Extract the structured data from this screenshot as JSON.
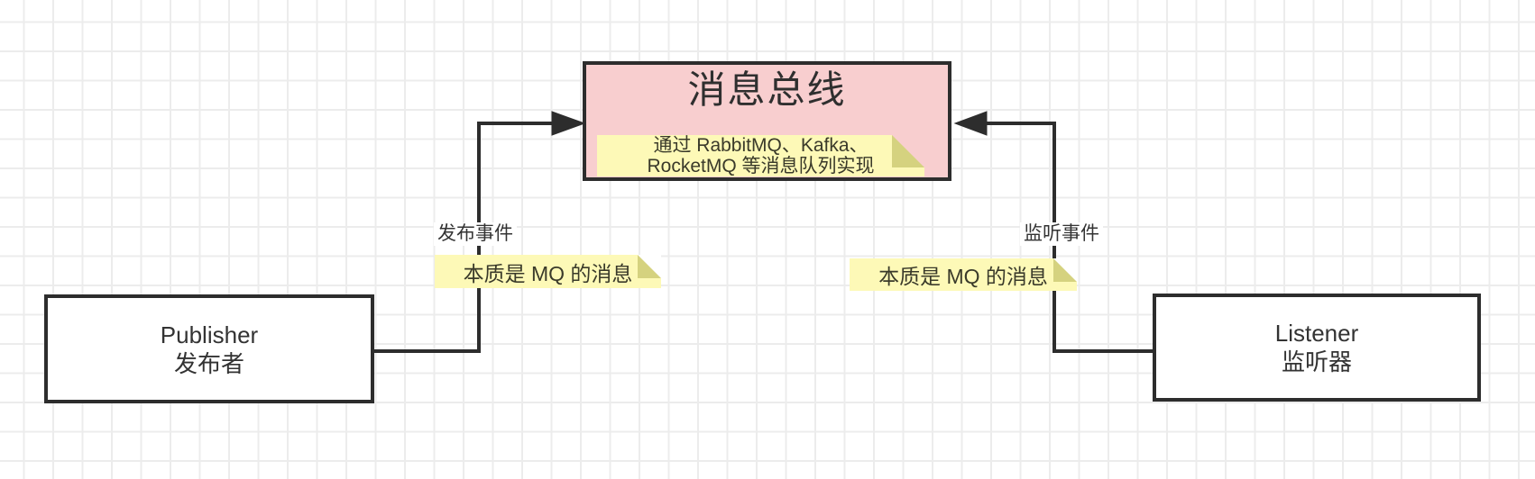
{
  "canvas": {
    "background": "#ffffff",
    "grid_color": "#ececec"
  },
  "nodes": {
    "bus": {
      "title": "消息总线",
      "note_line1": "通过 RabbitMQ、Kafka、",
      "note_line2": "RocketMQ 等消息队列实现"
    },
    "publisher": {
      "name": "Publisher",
      "label_cn": "发布者"
    },
    "listener": {
      "name": "Listener",
      "label_cn": "监听器"
    }
  },
  "edges": {
    "publish": {
      "label": "发布事件",
      "note": "本质是 MQ 的消息"
    },
    "listen": {
      "label": "监听事件",
      "note": "本质是 MQ 的消息"
    }
  },
  "colors": {
    "bus_fill": "#f8cecf",
    "note_fill": "#fdf9b7",
    "note_fold": "#d5d27f",
    "line": "#2d2d2d",
    "text": "#333333"
  }
}
